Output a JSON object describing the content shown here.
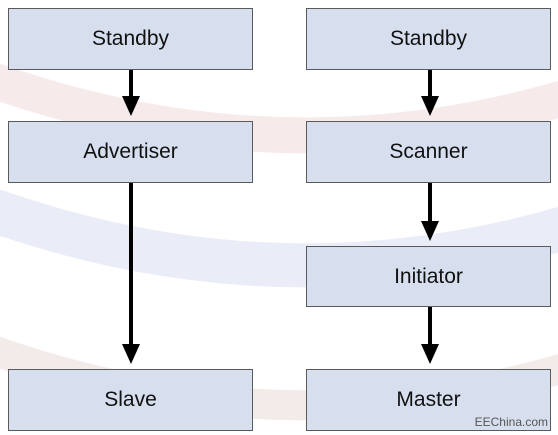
{
  "diagram": {
    "left_column": [
      "Standby",
      "Advertiser",
      "Slave"
    ],
    "right_column": [
      "Standby",
      "Scanner",
      "Initiator",
      "Master"
    ]
  },
  "watermark": "EEChina.com",
  "colors": {
    "box_fill": "#d7dfef",
    "box_border": "#5a5a5a",
    "arrow": "#000000",
    "watermark_text": "#555555"
  }
}
